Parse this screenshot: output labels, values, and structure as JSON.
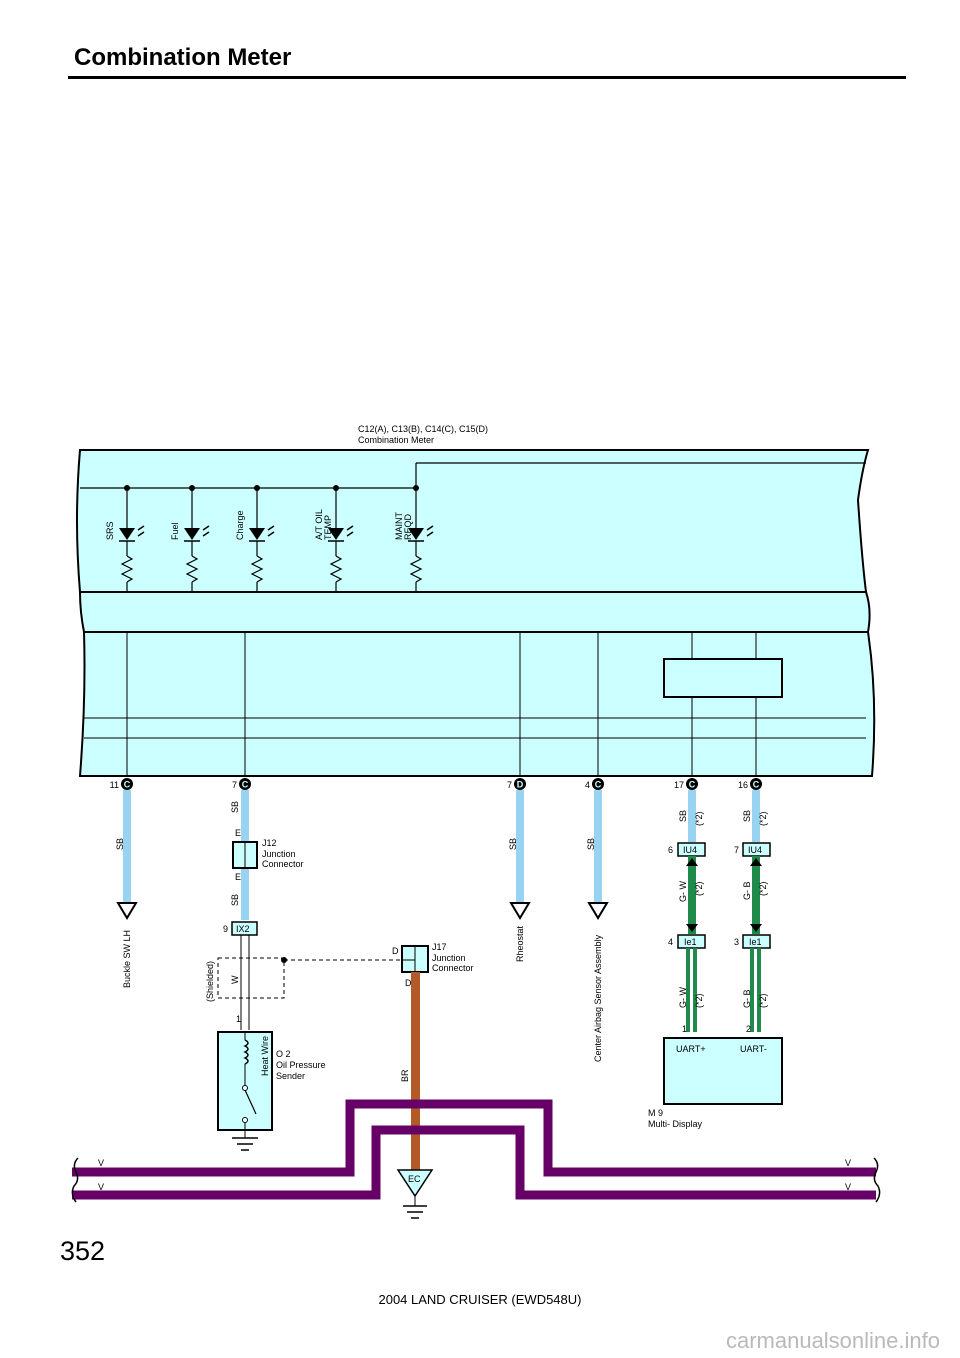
{
  "header": {
    "title": "Combination Meter"
  },
  "meter": {
    "connector_refs": "C12(A), C13(B), C14(C), C15(D)",
    "name": "Combination Meter",
    "indicators": [
      {
        "label": "SRS"
      },
      {
        "label": "Fuel"
      },
      {
        "label": "Charge"
      },
      {
        "label_lines": [
          "A/T OIL",
          "TEMP"
        ]
      },
      {
        "label_lines": [
          "MAINT",
          "REQD"
        ]
      }
    ],
    "pins": [
      {
        "pin": "11",
        "connector": "C"
      },
      {
        "pin": "7",
        "connector": "C"
      },
      {
        "pin": "7",
        "connector": "D"
      },
      {
        "pin": "4",
        "connector": "C"
      },
      {
        "pin": "17",
        "connector": "C"
      },
      {
        "pin": "16",
        "connector": "C"
      }
    ]
  },
  "wires": {
    "sb": "SB",
    "w": "W",
    "br": "BR",
    "g_w": "G- W",
    "g_b": "G- B",
    "v": "V",
    "note": "(*2)",
    "shielded": "(Shielded)"
  },
  "destinations": {
    "buckle": "Buckle SW LH",
    "rheostat": "Rheostat",
    "airbag": "Center Airbag Sensor Assembly"
  },
  "j12": {
    "id": "J12",
    "line1": "Junction",
    "line2": "Connector",
    "pin": "E"
  },
  "j17": {
    "id": "J17",
    "line1": "Junction",
    "line2": "Connector",
    "pin": "D"
  },
  "connectors": {
    "ix2": {
      "name": "IX2",
      "pin": "9"
    },
    "iu4_left": {
      "name": "IU4",
      "pin": "6"
    },
    "iu4_right": {
      "name": "IU4",
      "pin": "7"
    },
    "ie1_left": {
      "name": "Ie1",
      "pin": "4"
    },
    "ie1_right": {
      "name": "Ie1",
      "pin": "3"
    }
  },
  "o2": {
    "pin": "1",
    "id": "O 2",
    "line1": "Oil Pressure",
    "line2": "Sender",
    "heat_wire": "Heat Wire"
  },
  "m9": {
    "id": "M 9",
    "name": "Multi- Display",
    "pin1": "1",
    "pin2": "2",
    "uart_plus": "UART+",
    "uart_minus": "UART-"
  },
  "ground": {
    "label": "EC"
  },
  "page_number": "352",
  "footer": "2004 LAND CRUISER (EWD548U)",
  "watermark": "carmanualsonline.info",
  "colors": {
    "meter_fill": "#ccffff",
    "sb_wire": "#98d3f2",
    "green_wire": "#1f8a4a",
    "br_wire": "#b35a28",
    "v_wire": "#660066"
  }
}
